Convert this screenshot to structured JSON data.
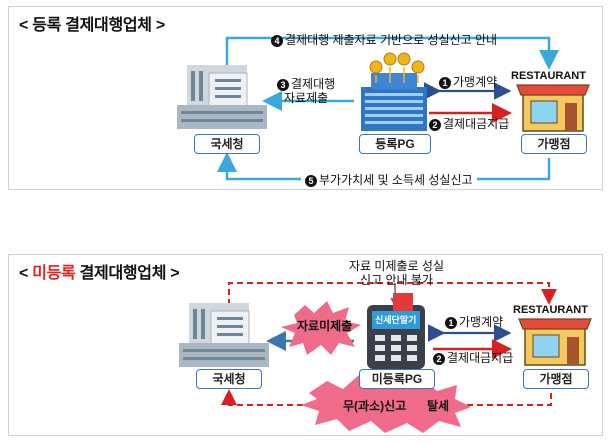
{
  "section_registered": {
    "title_open": "< ",
    "title_main": "등록 결제대행업체",
    "title_close": " >",
    "steps": {
      "s4": {
        "num": "4",
        "text": "결제대행 제출자료 기반으로 성실신고 안내"
      },
      "s3": {
        "num": "3",
        "line1": "결제대행",
        "line2": "자료제출"
      },
      "s1": {
        "num": "1",
        "text": "가맹계약"
      },
      "s2": {
        "num": "2",
        "text": "결제대금지급"
      },
      "s5": {
        "num": "5",
        "text": "부가가치세 및 소득세 성실신고"
      }
    },
    "nodes": {
      "nts": "국세청",
      "pg": "등록PG",
      "merchant": "가맹점"
    },
    "restaurant_sign": "RESTAURANT"
  },
  "section_unregistered": {
    "title_open": "< ",
    "title_red": "미등록",
    "title_main": " 결제대행업체",
    "title_close": " >",
    "notice_line1": "자료 미제출로 성실",
    "notice_line2": "신고 안내 불가",
    "burst_label": "자료미제출",
    "bottom_label_a": "무(과소)신고",
    "bottom_label_b": "탈세",
    "steps": {
      "s1": {
        "num": "1",
        "text": "가맹계약"
      },
      "s2": {
        "num": "2",
        "text": "결제대금지급"
      }
    },
    "terminal_screen": "신세단말기",
    "nodes": {
      "nts": "국세청",
      "pg": "미등록PG",
      "merchant": "가맹점"
    },
    "restaurant_sign": "RESTAURANT"
  },
  "colors": {
    "blue_arrow": "#3aa7dd",
    "dark_blue_arrow": "#2b4f8f",
    "red_arrow": "#d92020",
    "burst": "#f06a8a",
    "node_border": "#3a78b5"
  }
}
